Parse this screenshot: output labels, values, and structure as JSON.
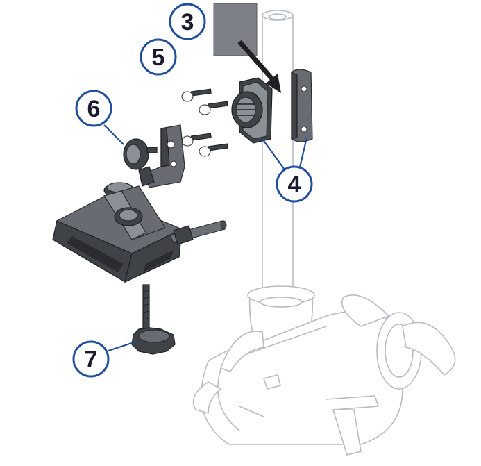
{
  "callouts": {
    "c3": {
      "label": "3"
    },
    "c4": {
      "label": "4"
    },
    "c5": {
      "label": "5"
    },
    "c6": {
      "label": "6"
    },
    "c7": {
      "label": "7"
    }
  },
  "colors": {
    "callout_ring": "#1f4e9a",
    "callout_text": "#1a1a2e",
    "part_dark": "#3f4247",
    "part_mid": "#686c72",
    "ghost_outline": "#b7bcc4",
    "adhesive_pad": "#7d8086"
  },
  "icons": {
    "arrow": "arrow-down-right-icon"
  }
}
